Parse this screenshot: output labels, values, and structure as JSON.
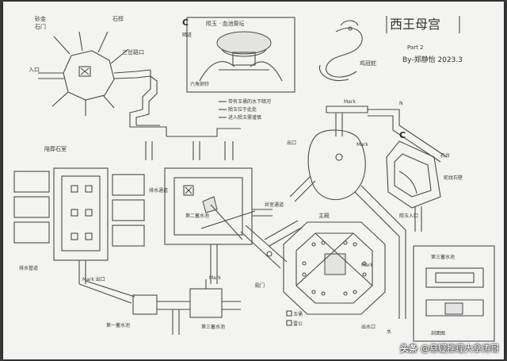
{
  "title": {
    "main": "西王母宫",
    "part": "Part 2",
    "author": "By-郑静怡 2023.3"
  },
  "markers": {
    "c": "C",
    "mark": "Mark",
    "n": "N"
  },
  "labels": {
    "top_left_1": "砂金",
    "top_left_2": "石门",
    "entrance": "入口",
    "right_arm": "三岔路口",
    "pit_title": "陨玉 · 血池祭坛",
    "pit_note": "六角铜铃",
    "snake": "鸡冠蛇",
    "note1": "带有玉俑的水下暗河",
    "note2": "陨玉位于此处",
    "note3": "进入陨玉需谨慎",
    "stone": "石椁",
    "left_room": "陪葬石室",
    "center_room": "第二蓄水池",
    "center_side": "排水通道",
    "exit": "出口",
    "palace": "殿门",
    "main_hall": "主殿",
    "hall_a": "玉俑",
    "hall_b": "雷公",
    "mid_lbl": "井室通道",
    "r_lbl1": "暗道",
    "r_lbl2": "石台",
    "r_note1": "蛇纹石壁",
    "r_note2": "陨玉入口",
    "bottom_left": "排水管道",
    "bottom_mid": "第一蓄水池",
    "bottom_c": "第三蓄水池",
    "bottom_r": "出水口",
    "inset_title": "第三蓄水池",
    "inset_bottom": "剖面图",
    "mark_left": "Mark 出口",
    "water": "水"
  },
  "watermark": {
    "logo": "头条",
    "text": "@悬疑推理大拿涛哥"
  }
}
